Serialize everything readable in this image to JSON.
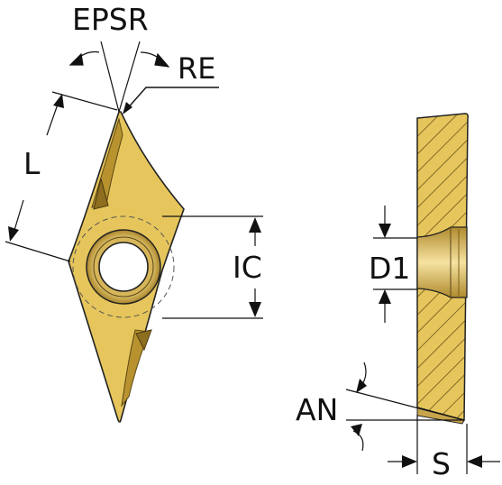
{
  "labels": {
    "epsr": "EPSR",
    "re": "RE",
    "l": "L",
    "ic": "IC",
    "d1": "D1",
    "an": "AN",
    "s": "S"
  },
  "colors": {
    "insert_fill": "#E6C65C",
    "insert_shade": "#B7922E",
    "hole_ring": "#C9A24A",
    "line": "#111111",
    "hatch": "#6B5418",
    "background": "#FFFFFF"
  }
}
